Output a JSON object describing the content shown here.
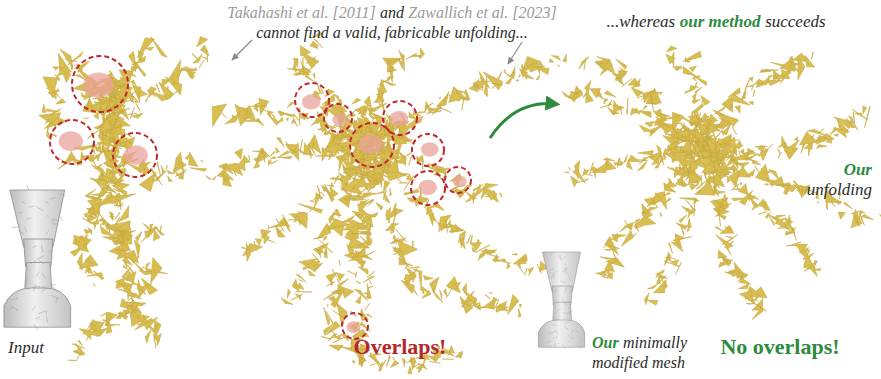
{
  "diagram": {
    "labels": [
      "Takahashi et al. [2011]",
      "and",
      "Zawallich et al. [2023]",
      "cannot find a valid, fabricable unfolding...",
      "...whereas",
      "our method",
      "succeeds",
      "Input",
      "Overlaps!",
      "Our",
      "minimally",
      "modified mesh",
      "Our",
      "unfolding",
      "No overlaps!"
    ]
  }
}
